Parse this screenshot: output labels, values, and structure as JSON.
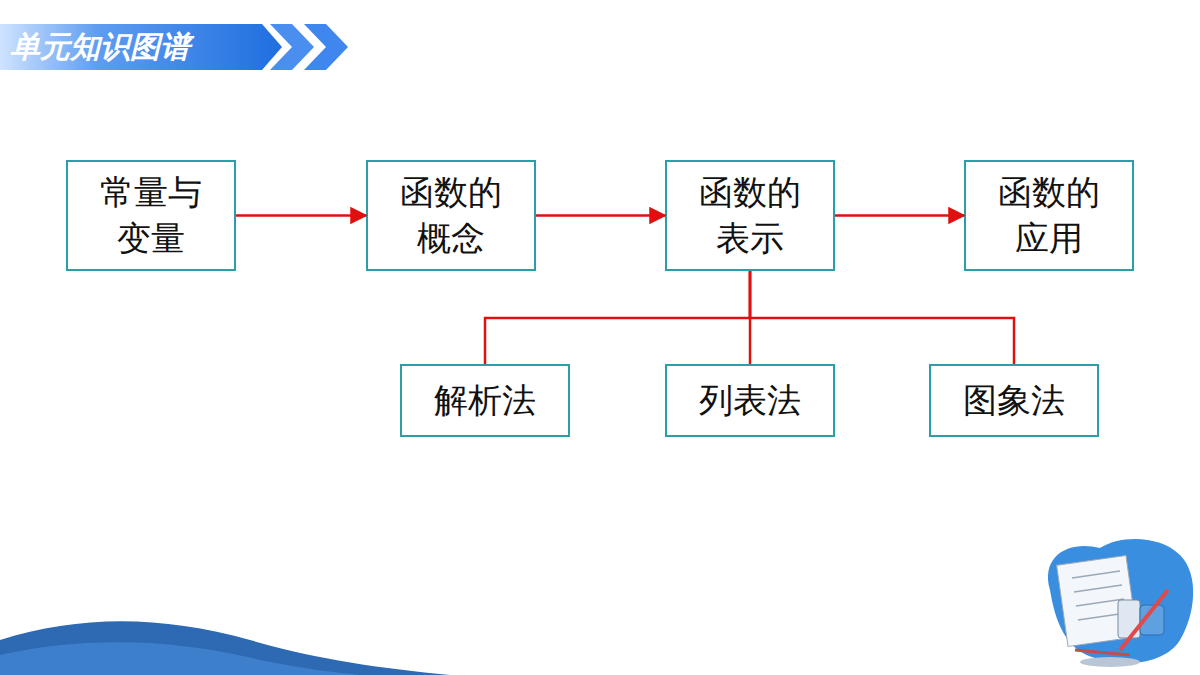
{
  "diagram": {
    "title": "单元知识图谱",
    "nodes": [
      {
        "text": [
          "常量与 变量"
        ]
      },
      {
        "text": [
          "函数的 概念"
        ]
      },
      {
        "text": [
          "函数的 表示"
        ]
      },
      {
        "text": [
          "函数的 应用"
        ]
      },
      {
        "text": [
          "解析法"
        ]
      },
      {
        "text": [
          "列表法"
        ]
      },
      {
        "text": [
          "图象法"
        ]
      }
    ],
    "edges": [
      {
        "from": 0,
        "to": 1,
        "arrow": "to"
      },
      {
        "from": 1,
        "to": 2,
        "arrow": "to"
      },
      {
        "from": 2,
        "to": 3,
        "arrow": "to"
      },
      {
        "from": 2,
        "to": 4,
        "arrow": "none"
      },
      {
        "from": 2,
        "to": 5,
        "arrow": "none"
      },
      {
        "from": 2,
        "to": 6,
        "arrow": "none"
      }
    ]
  }
}
